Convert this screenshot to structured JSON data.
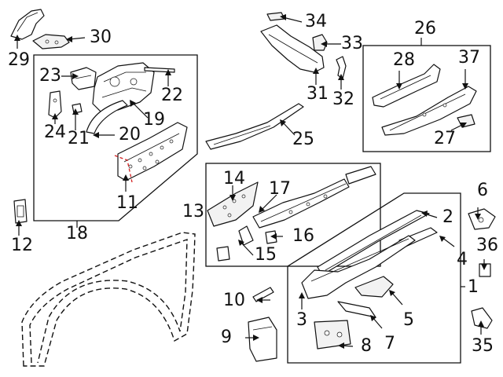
{
  "accent_color": "#d42020",
  "callouts": [
    {
      "id": "1",
      "text": "1"
    },
    {
      "id": "2",
      "text": "2"
    },
    {
      "id": "3",
      "text": "3"
    },
    {
      "id": "4",
      "text": "4"
    },
    {
      "id": "5",
      "text": "5"
    },
    {
      "id": "6",
      "text": "6"
    },
    {
      "id": "7",
      "text": "7"
    },
    {
      "id": "8",
      "text": "8"
    },
    {
      "id": "9",
      "text": "9"
    },
    {
      "id": "10",
      "text": "10"
    },
    {
      "id": "11",
      "text": "11"
    },
    {
      "id": "12",
      "text": "12"
    },
    {
      "id": "13",
      "text": "13"
    },
    {
      "id": "14",
      "text": "14"
    },
    {
      "id": "15",
      "text": "15"
    },
    {
      "id": "16",
      "text": "16"
    },
    {
      "id": "17",
      "text": "17"
    },
    {
      "id": "18",
      "text": "18"
    },
    {
      "id": "19",
      "text": "19"
    },
    {
      "id": "20",
      "text": "20"
    },
    {
      "id": "21",
      "text": "21"
    },
    {
      "id": "22",
      "text": "22"
    },
    {
      "id": "23",
      "text": "23"
    },
    {
      "id": "24",
      "text": "24"
    },
    {
      "id": "25",
      "text": "25"
    },
    {
      "id": "26",
      "text": "26"
    },
    {
      "id": "27",
      "text": "27"
    },
    {
      "id": "28",
      "text": "28"
    },
    {
      "id": "29",
      "text": "29"
    },
    {
      "id": "30",
      "text": "30"
    },
    {
      "id": "31",
      "text": "31"
    },
    {
      "id": "32",
      "text": "32"
    },
    {
      "id": "33",
      "text": "33"
    },
    {
      "id": "34",
      "text": "34"
    },
    {
      "id": "35",
      "text": "35"
    },
    {
      "id": "36",
      "text": "36"
    },
    {
      "id": "37",
      "text": "37"
    }
  ]
}
